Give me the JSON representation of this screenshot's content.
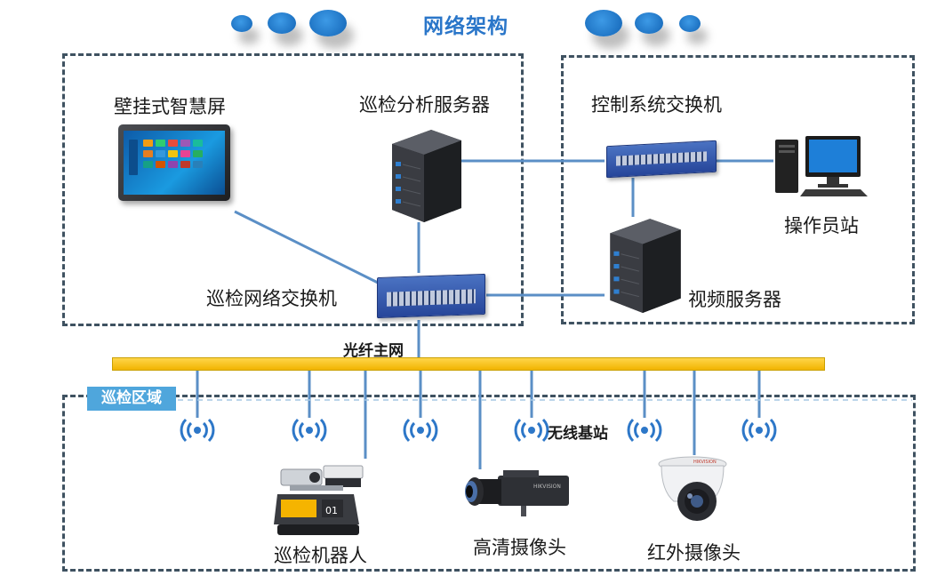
{
  "title": "网络架构",
  "labels": {
    "wall_screen": "壁挂式智慧屏",
    "analysis_server": "巡检分析服务器",
    "control_switch": "控制系统交换机",
    "operator_station": "操作员站",
    "inspection_switch": "巡检网络交换机",
    "video_server": "视频服务器",
    "fiber_backbone": "光纤主网",
    "inspection_zone": "巡检区域",
    "wireless_base_station": "无线基站",
    "robot": "巡检机器人",
    "hd_camera": "高清摄像头",
    "ir_camera": "红外摄像头"
  },
  "devices": {
    "robot_number": "01",
    "camera_brand": "HIKVISION"
  },
  "colors": {
    "title": "#2a76c9",
    "link": "#5b8fc6",
    "backbone": "#f2b400",
    "zone_tag": "#4fa6dc",
    "dashed_border": "#3f5261",
    "dot": "#1f74c4"
  },
  "icons": [
    "monitor-icon",
    "server-icon",
    "network-switch-icon",
    "desktop-pc-icon",
    "wireless-signal-icon",
    "robot-icon",
    "box-camera-icon",
    "dome-camera-icon"
  ]
}
